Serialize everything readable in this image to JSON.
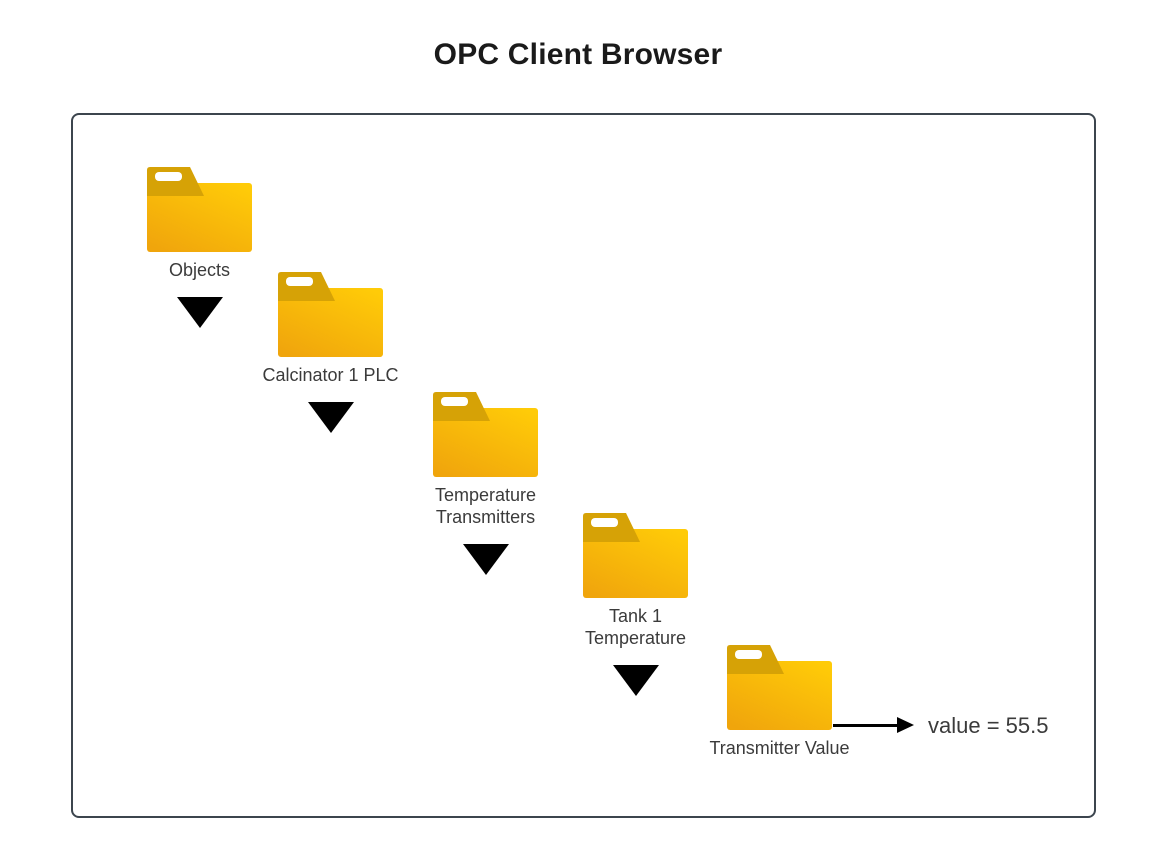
{
  "title": "OPC Client Browser",
  "browser": {
    "nodes": [
      {
        "label": "Objects",
        "icon": "folder-icon",
        "expander_icon": "triangle-down-icon"
      },
      {
        "label": "Calcinator 1 PLC",
        "icon": "folder-icon",
        "expander_icon": "triangle-down-icon"
      },
      {
        "label": "Temperature Transmitters",
        "icon": "folder-icon",
        "expander_icon": "triangle-down-icon"
      },
      {
        "label": "Tank 1 Temperature",
        "icon": "folder-icon",
        "expander_icon": "triangle-down-icon"
      },
      {
        "label": "Transmitter Value",
        "icon": "folder-icon",
        "expander_icon": "arrow-right-icon"
      }
    ],
    "value_label": "value = 55.5"
  },
  "colors": {
    "folder_body_top": "#FFCB08",
    "folder_body_bottom": "#F0A50C",
    "folder_tab": "#D6A206",
    "panel_border": "#3C454E",
    "expander": "#000000",
    "label_text": "#3B3B3B",
    "title_text": "#1A1A1A"
  }
}
